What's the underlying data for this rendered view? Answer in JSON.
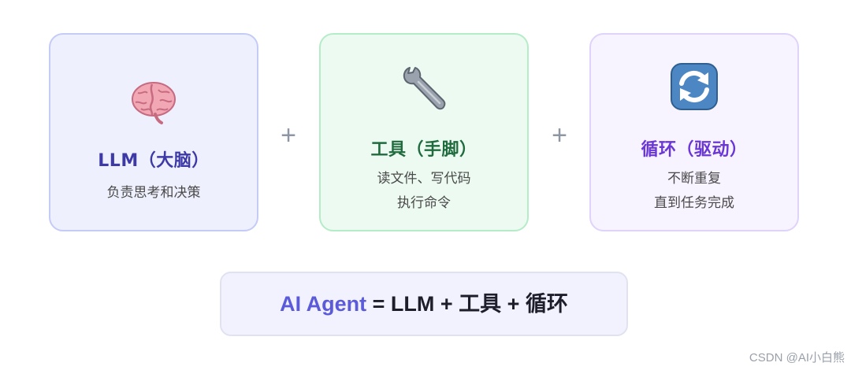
{
  "cards": [
    {
      "icon": "brain-icon",
      "title": "LLM（大脑）",
      "desc": [
        "负责思考和决策"
      ]
    },
    {
      "icon": "wrench-icon",
      "title": "工具（手脚）",
      "desc": [
        "读文件、写代码",
        "执行命令"
      ]
    },
    {
      "icon": "cycle-arrows-icon",
      "title": "循环（驱动）",
      "desc": [
        "不断重复",
        "直到任务完成"
      ]
    }
  ],
  "operators": [
    "+",
    "+"
  ],
  "formula": {
    "agent": "AI Agent",
    "rest": " = LLM + 工具 + 循环"
  },
  "watermark": "CSDN @AI小白熊",
  "colors": {
    "llm_title": "#3d3aa8",
    "tools_title": "#1f6b3e",
    "loop_title": "#6a37d6",
    "agent_accent": "#5b5bd9"
  }
}
